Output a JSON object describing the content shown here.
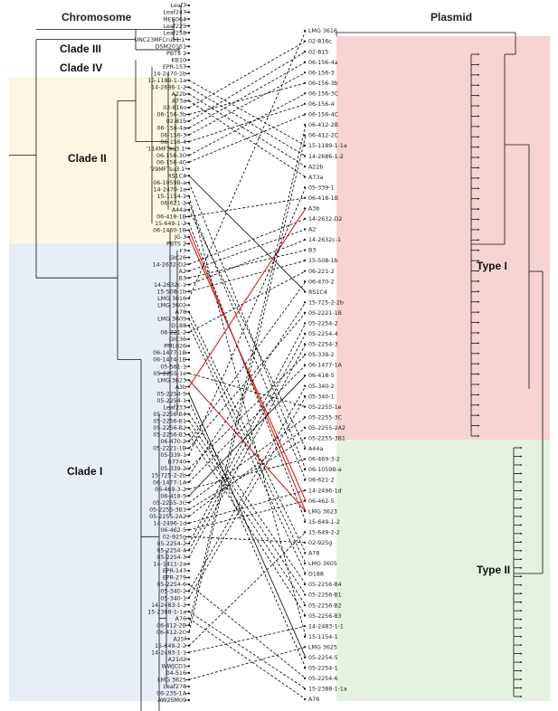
{
  "headers": {
    "left": "Chromosome",
    "right": "Plasmid"
  },
  "clades": {
    "c3": "Clade III",
    "c4": "Clade IV",
    "c2": "Clade II",
    "c1": "Clade I"
  },
  "types": {
    "t1": "Type I",
    "t2": "Type II"
  },
  "colors": {
    "clade2_region": "#fdf8e1",
    "clade1_region": "#e8eef6",
    "type1_region": "#f8d3d3",
    "type2_region": "#e6f2e1",
    "link_dashed": "#000000",
    "link_solid": "#000000",
    "link_red": "#d62020"
  },
  "chromosome_leaves": [
    "Leaf7",
    "Leaf247",
    "MEB064",
    "Leaf225",
    "Leaf258",
    "UNC23MFCrub1.1'",
    "DSM20151",
    "PBTS 1",
    "KB10",
    "EPR-157",
    "14-2470-1b",
    "15-1189-1-1a",
    "14-2686-1-2",
    "A22b",
    "A73a",
    "02-816c",
    "06-156-3b",
    "02-815",
    "06-156-4a",
    "06-156-3",
    "06-156-4",
    "'114MFTsu3.1'",
    "06-156-3C",
    "06-156-4C",
    "'29MFTsu3.1'",
    "RS1C4",
    "06-1059B-a",
    "14-2470-1a",
    "15-1154-1",
    "06-621-2",
    "A44a",
    "06-418-1B",
    "15-649-1-2",
    "06-1460-1B",
    "JG-3",
    "PBTS 2",
    "F7",
    "GIC26",
    "14-2632-D2",
    "A2",
    "B3",
    "14-2632c-1",
    "15-508-1b",
    "LMG 3616",
    "LMG 3602",
    "A78",
    "LMG 3605",
    "D188",
    "06-221-2",
    "GIC36",
    "PML026",
    "06-1477-1B",
    "06-1474-1B",
    "05-561-1",
    "05-2255-1e",
    "LMG 3623",
    "A3b",
    "05-2254-5",
    "05-2254-1",
    "Leaf233",
    "05-2256-B4",
    "05-2256-B1",
    "05-2256-B2",
    "05-2256-B3",
    "06-470-2",
    "05-2221-1B",
    "05-339-1",
    "B7740",
    "05-339-2",
    "15-725-2-2b",
    "06-1477-1A",
    "06-469-3-2",
    "06-418-5",
    "05-2255-3C",
    "05-2255-3B1",
    "05-2255-2A2",
    "14-2496-1d",
    "06-462-5",
    "02-925g",
    "05-2254-2",
    "05-2254-4",
    "05-2254-3",
    "14-1411-2a",
    "EPR-147",
    "EPR-279",
    "05-2254-6",
    "05-340-2",
    "05-340-1",
    "14-2483-1-2",
    "15-2388-1-1a",
    "A76",
    "06-412-2B",
    "06-412-2C",
    "A25f",
    "15-649-2-2",
    "14-2483-1-1",
    "A21d2",
    "WWJCD1",
    "04-516",
    "LMG 3625",
    "Leaf278",
    "06-235-1A",
    "AW25M09"
  ],
  "plasmid_leaves": [
    "LMG 3616",
    "02-816c",
    "02-815",
    "06-156-4a",
    "06-156-3",
    "06-156-3b",
    "06-156-3C",
    "06-156-4",
    "06-156-4C",
    "06-412-2B",
    "06-412-2C",
    "15-1189-1-1a",
    "14-2686-1-2",
    "A22b",
    "A73a",
    "05-339-1",
    "06-418-1B",
    "A3b",
    "14-2632-D2",
    "A2",
    "14-2632c-1",
    "B3",
    "15-508-1b",
    "06-221-2",
    "06-470-2",
    "RS1C4",
    "15-725-2-2b",
    "05-2221-1B",
    "05-2254-2",
    "05-2254-4",
    "05-2254-3",
    "05-339-2",
    "06-1477-1A",
    "06-418-5",
    "05-340-2",
    "05-340-1",
    "05-2255-1e",
    "05-2255-3C",
    "05-2255-2A2",
    "05-2255-3B1",
    "A44a",
    "06-469-3-2",
    "06-1059B-a",
    "06-621-2",
    "14-2496-1d",
    "06-462-5",
    "LMG 3623",
    "15-649-1-2",
    "15-649-2-2",
    "02-925g",
    "A78",
    "LMG 3605",
    "D188",
    "05-2256-B4",
    "05-2256-B1",
    "05-2256-B2",
    "05-2256-B3",
    "14-2483-1-1",
    "15-1154-1",
    "LMG 3625",
    "05-2254-5",
    "05-2254-1",
    "05-2254-6",
    "15-2388-1-1a",
    "A76"
  ],
  "red_links": [
    "06-1460-1B",
    "JG-3",
    "A3b",
    "LMG 3623"
  ]
}
